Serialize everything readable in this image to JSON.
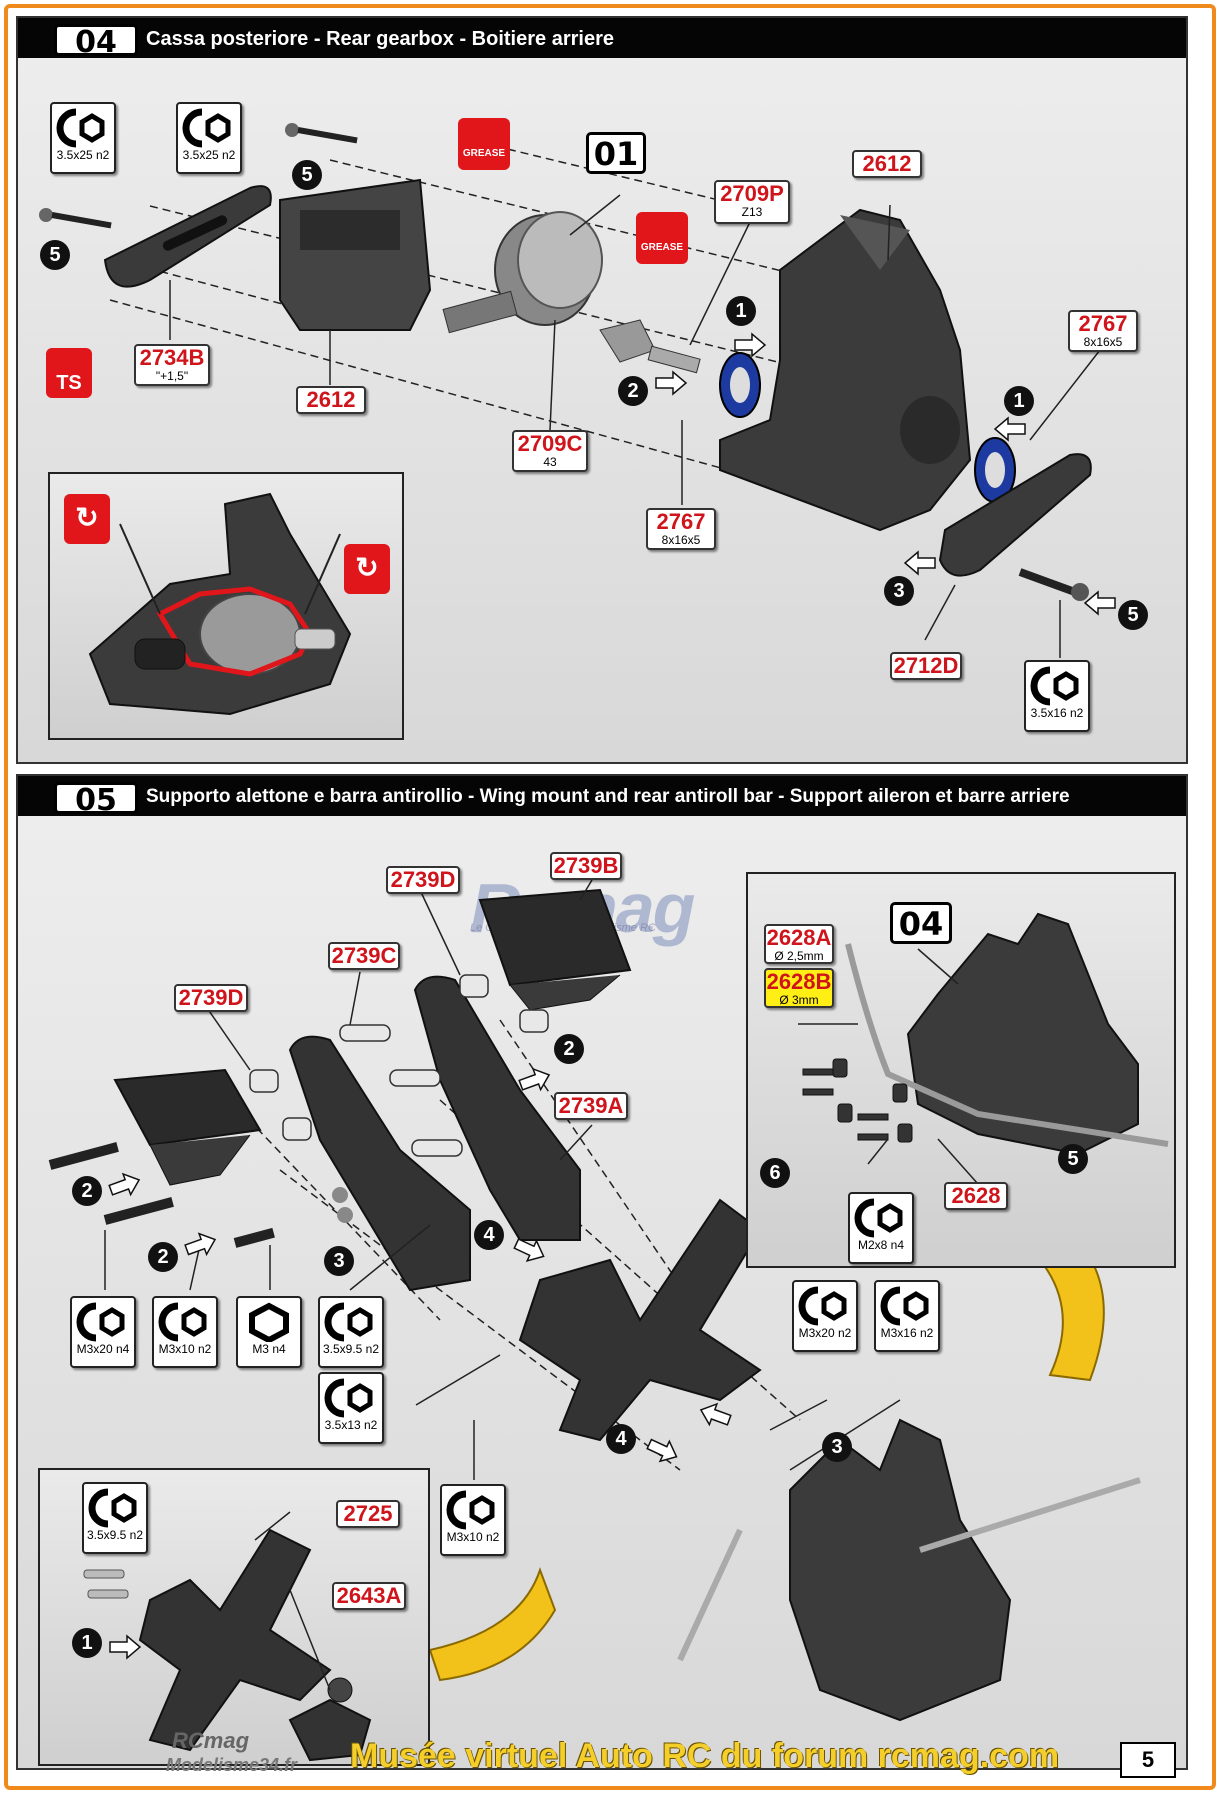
{
  "section_04": {
    "number": "04",
    "title": "Cassa posteriore - Rear gearbox - Boitiere arriere",
    "callout": "01",
    "parts": [
      {
        "code": "2612",
        "sub": ""
      },
      {
        "code": "2709P",
        "sub": "Z13"
      },
      {
        "code": "2767",
        "sub": "8x16x5"
      },
      {
        "code": "2734B",
        "sub": "\"+1,5\""
      },
      {
        "code": "2612",
        "sub": ""
      },
      {
        "code": "2709C",
        "sub": "43"
      },
      {
        "code": "2767",
        "sub": "8x16x5"
      },
      {
        "code": "2712D",
        "sub": ""
      }
    ],
    "hardware": [
      "3.5x25 n2",
      "3.5x25 n2",
      "3.5x16 n2"
    ],
    "steps": [
      "5",
      "5",
      "1",
      "2",
      "1",
      "3",
      "5"
    ],
    "grease_label": "GREASE",
    "ts_label": "TS"
  },
  "section_05": {
    "number": "05",
    "title": "Supporto alettone e barra antirollio - Wing mount and rear antiroll bar - Support aileron et barre arriere",
    "callout": "04",
    "parts": [
      {
        "code": "2739D"
      },
      {
        "code": "2739B"
      },
      {
        "code": "2739C"
      },
      {
        "code": "2739D"
      },
      {
        "code": "2739A"
      },
      {
        "code": "2628A",
        "sub": "Ø 2,5mm"
      },
      {
        "code": "2628B",
        "sub": "Ø 3mm"
      },
      {
        "code": "2628"
      },
      {
        "code": "2725"
      },
      {
        "code": "2643A"
      }
    ],
    "hardware": [
      "M3x20 n4",
      "M3x10 n2",
      "M3 n4",
      "3.5x9.5 n2",
      "3.5x13 n2",
      "M3x20 n2",
      "M3x16 n2",
      "M2x8 n4",
      "M3x10 n2",
      "3.5x9.5 n2"
    ],
    "steps": [
      "2",
      "2",
      "2",
      "3",
      "4",
      "4",
      "3",
      "6",
      "5",
      "1"
    ]
  },
  "watermark": {
    "logo": "Rcmag",
    "logo_sub": "Le Guide Magazine du Modélisme RC",
    "corner_1": "RCmag",
    "corner_2": "Modelisme34.fr"
  },
  "footer_text": "Musée virtuel Auto RC du forum rcmag.com",
  "page_number": "5",
  "colors": {
    "accent_red": "#d0141b",
    "frame_orange": "#f08a1c",
    "footer_yellow": "#f4cf2b",
    "highlight_yellow": "#ffef14"
  }
}
